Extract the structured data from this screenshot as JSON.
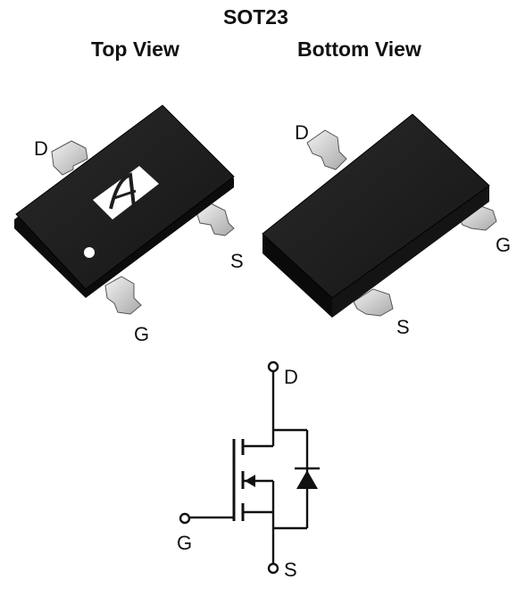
{
  "title": "SOT23",
  "top_view": {
    "label": "Top View",
    "pins": {
      "drain": "D",
      "source": "S",
      "gate": "G"
    }
  },
  "bottom_view": {
    "label": "Bottom View",
    "pins": {
      "drain": "D",
      "source": "S",
      "gate": "G"
    }
  },
  "schematic": {
    "pins": {
      "drain": "D",
      "gate": "G",
      "source": "S"
    }
  },
  "colors": {
    "package_body": "#1d1d1d",
    "package_edge": "#0a0a0a",
    "lead_metal": "#d8d8d8",
    "line": "#111111",
    "logo_fill": "#ffffff"
  },
  "icons": {
    "logo": "aos-logo-icon",
    "pin1_marker": "pin1-dot-icon"
  }
}
